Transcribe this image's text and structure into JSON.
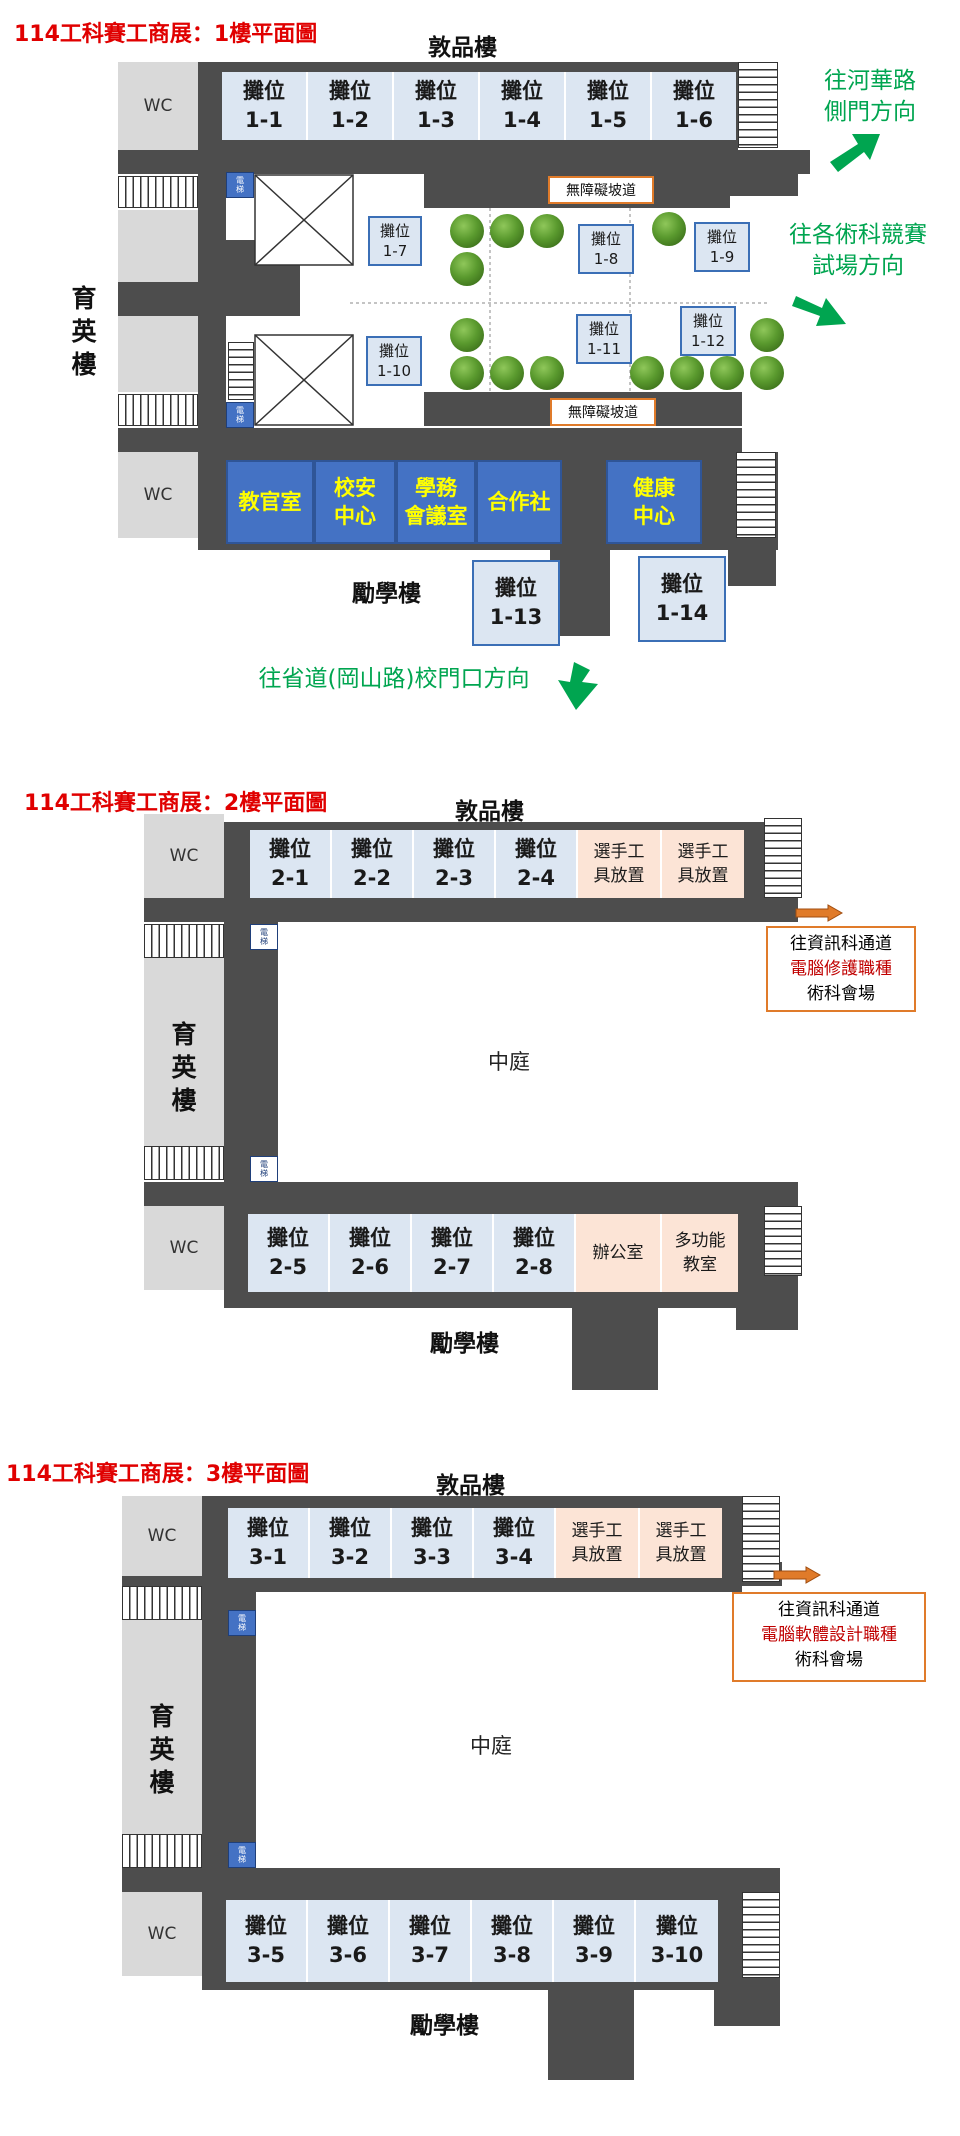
{
  "floor1": {
    "title": "114工科賽工商展：1樓平面圖",
    "north_building": "敦品樓",
    "west_building": "育英樓",
    "south_building": "勵學樓",
    "wc": "WC",
    "elevator": "電\n梯",
    "ramp": "無障礙坡道",
    "north_booths": [
      "攤位\n1-1",
      "攤位\n1-2",
      "攤位\n1-3",
      "攤位\n1-4",
      "攤位\n1-5",
      "攤位\n1-6"
    ],
    "courtyard_booths": [
      "攤位\n1-7",
      "攤位\n1-8",
      "攤位\n1-9",
      "攤位\n1-10",
      "攤位\n1-11",
      "攤位\n1-12"
    ],
    "south_booths": [
      "攤位\n1-13",
      "攤位\n1-14"
    ],
    "offices": [
      "教官室",
      "校安\n中心",
      "學務\n會議室",
      "合作社",
      "健康\n中心"
    ],
    "directions": {
      "hehua": "往河華路\n側門方向",
      "exam": "往各術科競賽\n試場方向",
      "main_gate": "往省道(岡山路)校門口方向"
    }
  },
  "floor2": {
    "title": "114工科賽工商展：2樓平面圖",
    "north_building": "敦品樓",
    "west_building": "育英樓",
    "south_building": "勵學樓",
    "wc": "WC",
    "elevator": "電\n梯",
    "courtyard": "中庭",
    "north_booths": [
      "攤位\n2-1",
      "攤位\n2-2",
      "攤位\n2-3",
      "攤位\n2-4"
    ],
    "north_extra": [
      "選手工\n具放置",
      "選手工\n具放置"
    ],
    "south_booths": [
      "攤位\n2-5",
      "攤位\n2-6",
      "攤位\n2-7",
      "攤位\n2-8"
    ],
    "south_extra": [
      "辦公室",
      "多功能\n教室"
    ],
    "dest": {
      "line1": "往資訊科通道",
      "line2": "電腦修護職種",
      "line3": "術科會場"
    }
  },
  "floor3": {
    "title": "114工科賽工商展：3樓平面圖",
    "north_building": "敦品樓",
    "west_building": "育英樓",
    "south_building": "勵學樓",
    "wc": "WC",
    "elevator": "電\n梯",
    "courtyard": "中庭",
    "north_booths": [
      "攤位\n3-1",
      "攤位\n3-2",
      "攤位\n3-3",
      "攤位\n3-4"
    ],
    "north_extra": [
      "選手工\n具放置",
      "選手工\n具放置"
    ],
    "south_booths": [
      "攤位\n3-5",
      "攤位\n3-6",
      "攤位\n3-7",
      "攤位\n3-8",
      "攤位\n3-9",
      "攤位\n3-10"
    ],
    "dest": {
      "line1": "往資訊科通道",
      "line2": "電腦軟體設計職種",
      "line3": "術科會場"
    }
  },
  "colors": {
    "title": "#e00000",
    "corridor": "#4d4d4d",
    "booth": "#dce6f2",
    "office": "#4472c4",
    "office_text": "#ffff00",
    "direction_text": "#00a550",
    "ramp_border": "#e07b2a"
  },
  "icons": [
    "arrow-icon",
    "stairs-icon",
    "elevator-icon",
    "tree-icon"
  ]
}
